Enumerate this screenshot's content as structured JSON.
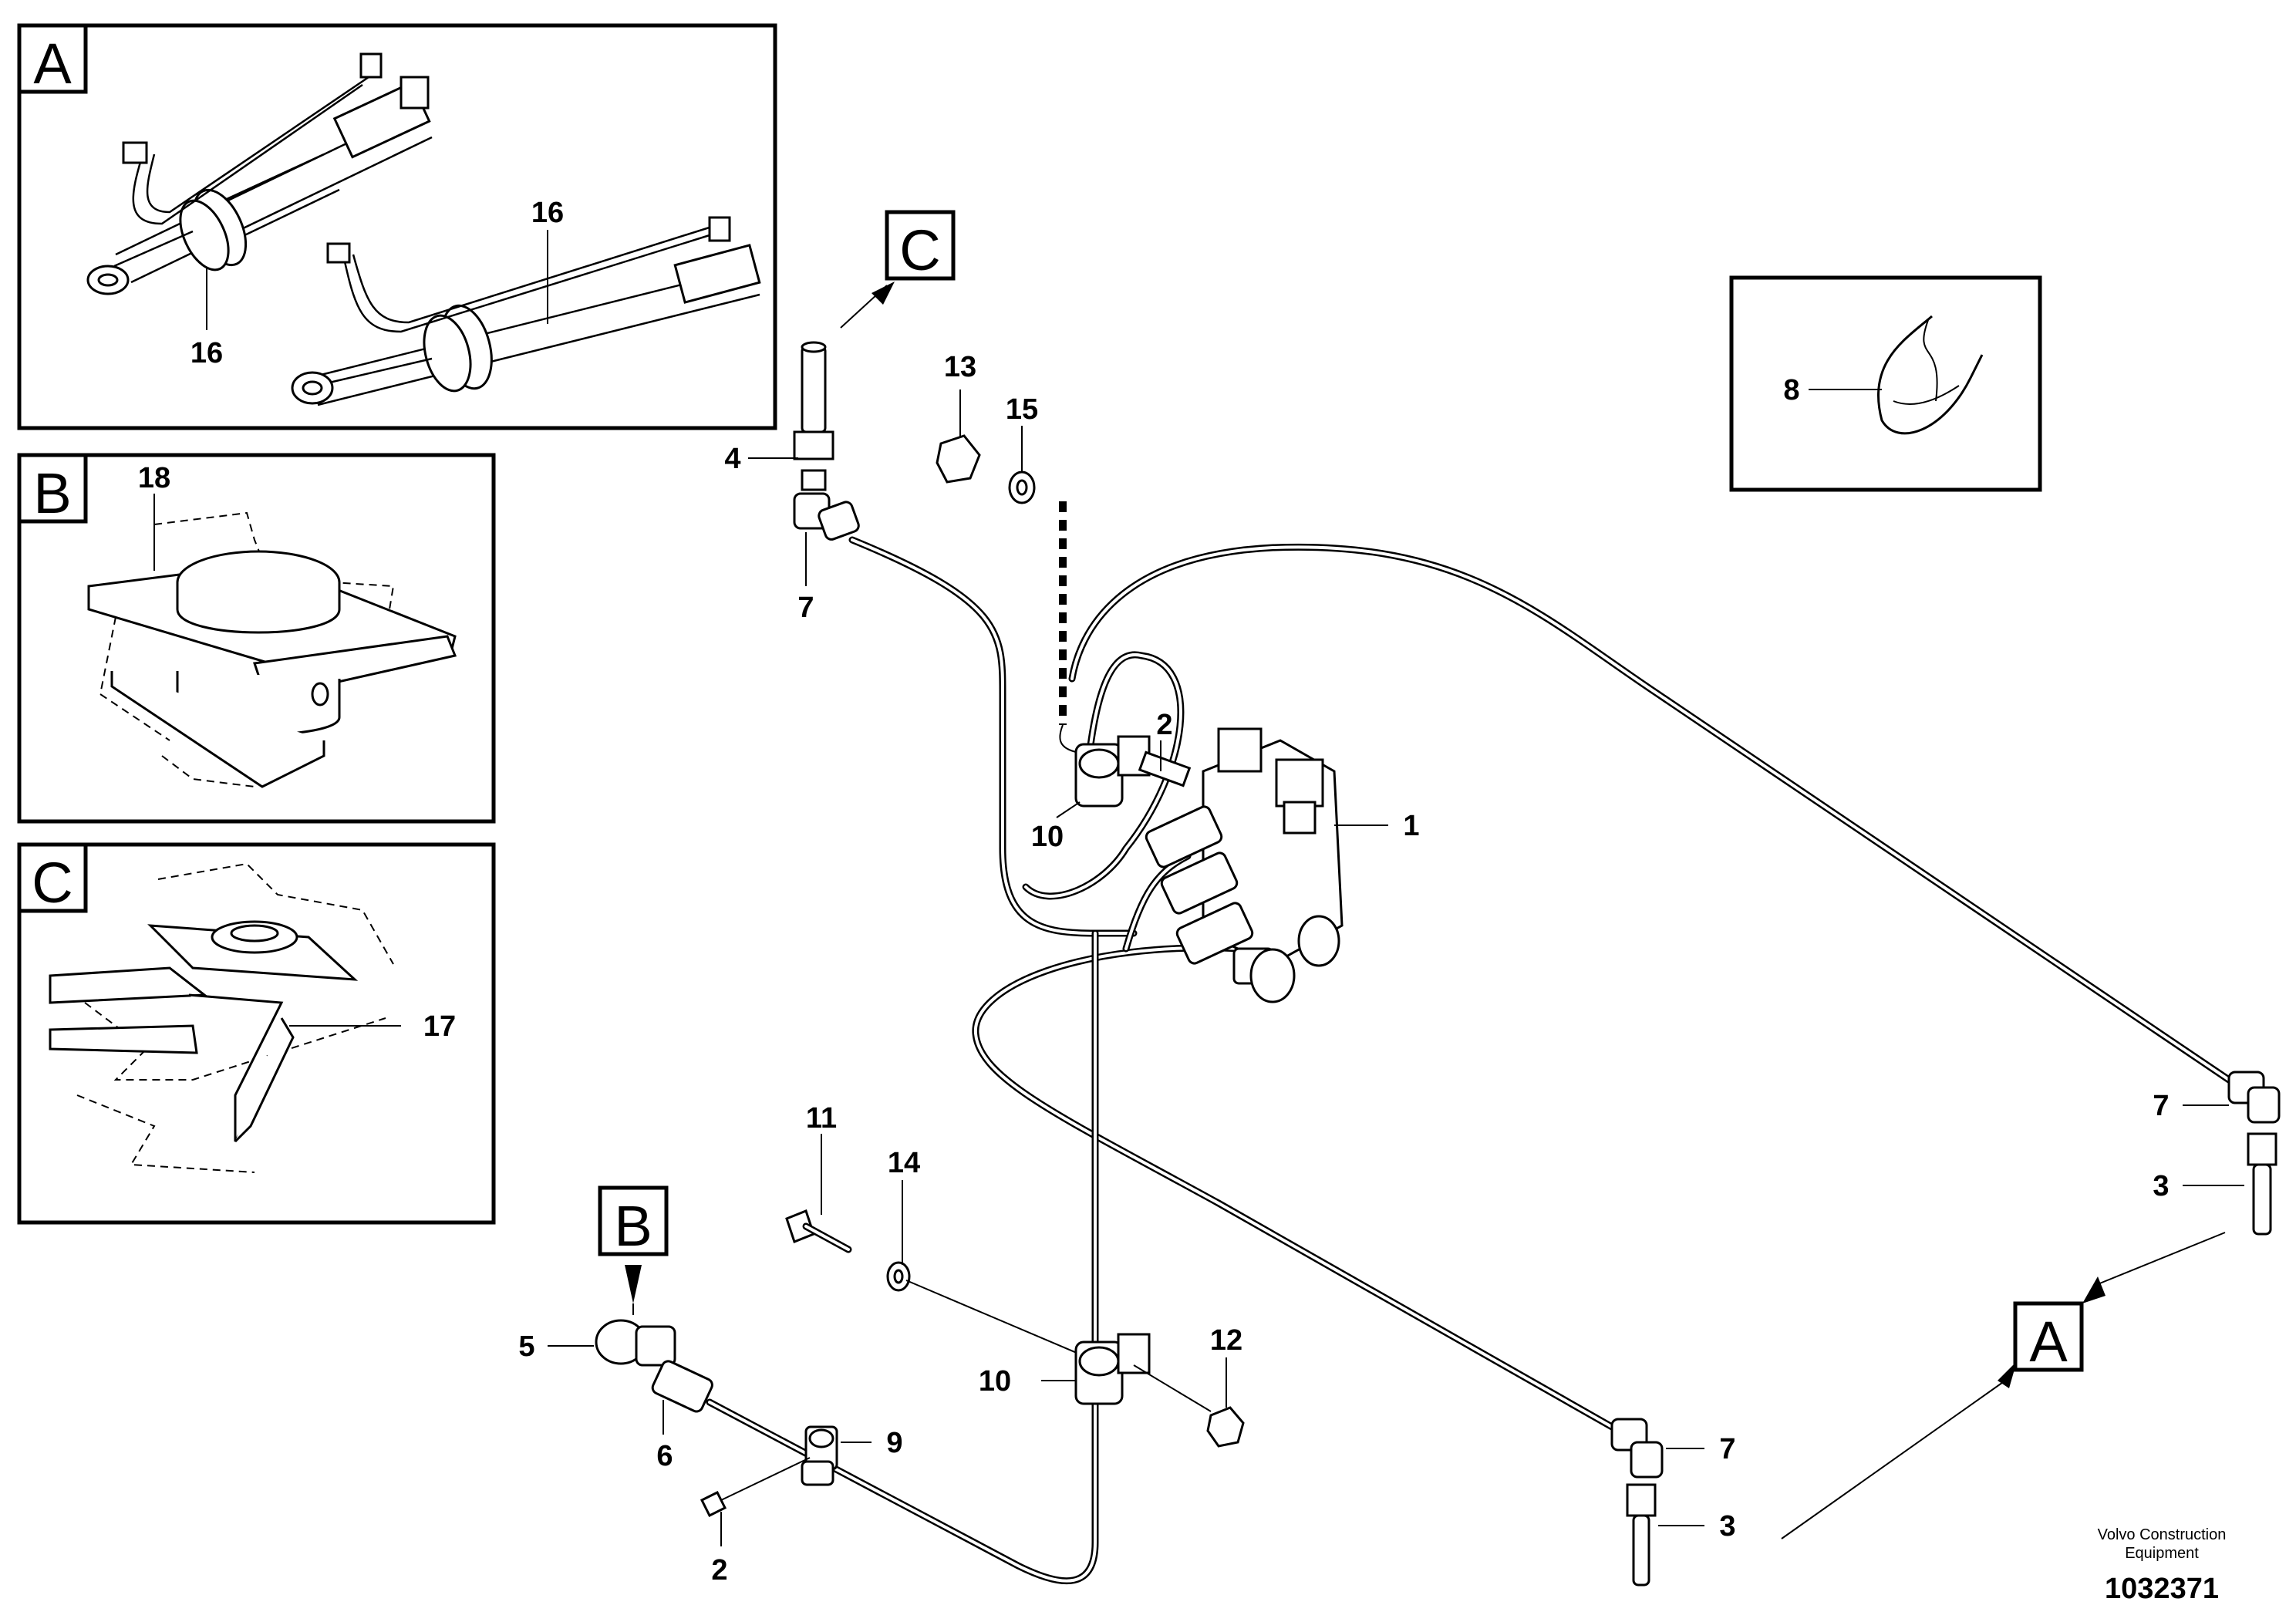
{
  "panels": [
    {
      "id": "A",
      "letter": "A"
    },
    {
      "id": "B",
      "letter": "B"
    },
    {
      "id": "C",
      "letter": "C"
    }
  ],
  "view_markers": [
    {
      "id": "marker-c",
      "letter": "C"
    },
    {
      "id": "marker-b",
      "letter": "B"
    },
    {
      "id": "marker-a",
      "letter": "A"
    }
  ],
  "callouts": {
    "a16_upper": "16",
    "a16_lower": "16",
    "b18": "18",
    "c17": "17",
    "n8": "8",
    "n4": "4",
    "n7_top": "7",
    "n13": "13",
    "n15": "15",
    "n2_top": "2",
    "n1": "1",
    "n10_top": "10",
    "n11": "11",
    "n14": "14",
    "n5": "5",
    "n6": "6",
    "n9": "9",
    "n2_bottom": "2",
    "n10_bottom": "10",
    "n12": "12",
    "n7_mid": "7",
    "n3_mid": "3",
    "n7_right": "7",
    "n3_right": "3"
  },
  "credit": {
    "line1": "Volvo Construction",
    "line2": "Equipment",
    "doc_number": "1032371"
  }
}
